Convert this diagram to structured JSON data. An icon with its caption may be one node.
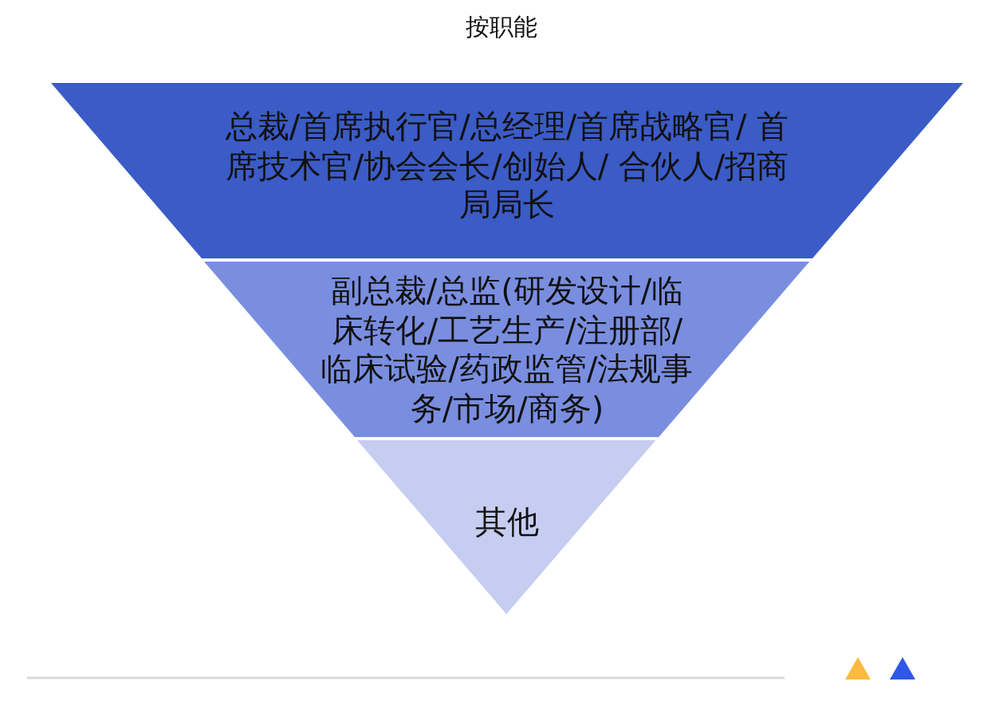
{
  "diagram": {
    "title": "按职能",
    "nodes": [
      {
        "text": [
          "总裁/首席执行官/总经理/首席战略官/ 首席技术官/协会会长/创始人/ 合伙人/招商局局长"
        ]
      },
      {
        "text": [
          "副总裁/总监(研发设计/临床转化/工艺生产/注册部/临床试验/药政监管/法规事务/市场/商务)"
        ]
      },
      {
        "text": [
          "其他"
        ]
      }
    ],
    "edges": []
  }
}
